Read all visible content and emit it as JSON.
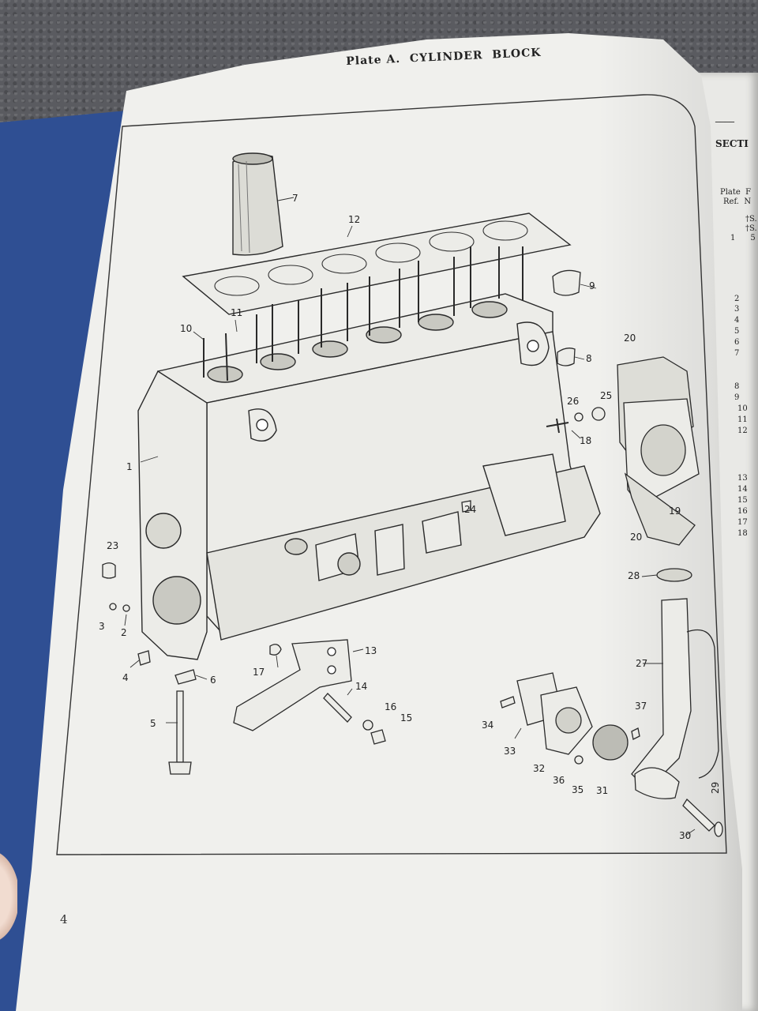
{
  "header": {
    "plate_title": "Plate A.  CYLINDER  BLOCK"
  },
  "page_number": "4",
  "right_page": {
    "section_heading": "SECTI",
    "column_header_line1": "Plate  F",
    "column_header_line2": "Ref.  N",
    "dagger_1": "†S.",
    "dagger_2": "†S.",
    "first_entry": "1      5",
    "refs": [
      "2",
      "3",
      "4",
      "5",
      "6",
      "7",
      "8",
      "9",
      "10",
      "11",
      "12",
      "13",
      "14",
      "15",
      "16",
      "17",
      "18"
    ]
  },
  "part_labels": [
    "1",
    "2",
    "3",
    "4",
    "5",
    "6",
    "7",
    "8",
    "9",
    "10",
    "11",
    "12",
    "13",
    "14",
    "15",
    "16",
    "17",
    "18",
    "19",
    "20",
    "20",
    "23",
    "24",
    "25",
    "26",
    "27",
    "28",
    "29",
    "30",
    "31",
    "32",
    "33",
    "34",
    "35",
    "36",
    "37"
  ],
  "colors": {
    "binder": "#2f4f93",
    "paper": "#f0f0ed",
    "ink": "#222222"
  }
}
